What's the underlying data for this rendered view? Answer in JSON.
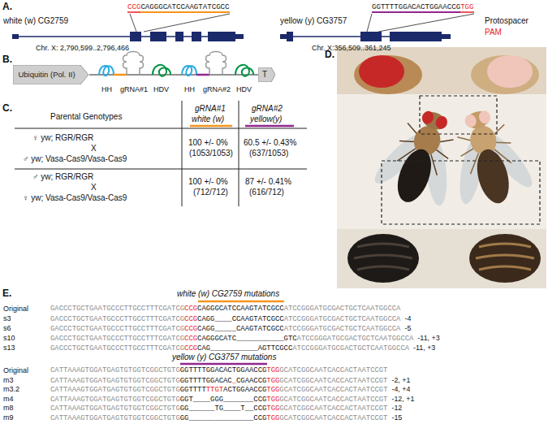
{
  "diagram": {
    "nodes": [
      {
        "text": [
          "Ubiquitin (Pol. II)"
        ]
      },
      {
        "text": [
          "T"
        ]
      }
    ],
    "labels": [
      "A.",
      "CCG",
      "CAGGGCATCCAAGTATCGCC",
      "GGTTTTGGACACTGGAACCG",
      "TGG",
      "white (w) CG2759",
      "yellow (y) CG3757",
      "Protospacer",
      "PAM",
      "Chr. X: 2,790,599..2,796,466",
      "Chr. X:356,509..361,245",
      "B.",
      "HH",
      "gRNA#1",
      "HDV",
      "HH",
      "gRNA#2",
      "HDV",
      "C.",
      "Parental Genotypes",
      "gRNA#1",
      "white (w)",
      "gRNA#2",
      "yellow(y)",
      "♀ yw; RGR/RGR",
      "X",
      "♂ yw; Vasa-Cas9/Vasa-Cas9",
      "100 +/- 0%",
      "(1053/1053)",
      "60.5 +/- 0.43%",
      "(637/1053)",
      "♂ yw; RGR/RGR",
      "X",
      "♀ yw; Vasa-Cas9/Vasa-Cas9",
      "100 +/- 0%",
      "(712/712)",
      "87 +/- 0.41%",
      "(616/712)",
      "D.",
      "E.",
      "white (w) CG2759 mutations",
      "Original",
      "GACCCTGCTGAATGCCCTTGCCTTTCGATCG",
      "CCG",
      "CAGGGCATCCAAGTATCGCC",
      "ATCCGGGATGCGACTGCTCAATGGCCA",
      "s3",
      "GACCCTGCTGAATGCCCTTGCCTTTCGATCG",
      "CCG",
      "CAGG____CCAAGTATCGCC",
      "ATCCGGGATGCGACTGCTCAATGGCCA",
      "-4",
      "s6",
      "GACCCTGCTGAATGCCCTTGCCTTTCGATCG",
      "CCG",
      "CAGG_____CAAGTATCGCC",
      "ATCCGGGATGCGACTGCTCAATGGCCA",
      "-5",
      "s10",
      "GACCCTGCTGAATGCCCTTGCCTTTCGATCG",
      "CCG",
      "CAGGGCATC___________GTC",
      "ATCCGGGATGCGACTGCTCAATGGCCA",
      "-11, +3",
      "s13",
      "GACCCTGCTGAATGCCCTTGCCTTTCGATCG",
      "CCG",
      "CAG___________AGTTCGCC",
      "ATCCGGGATGCGACTGCTCAATGGCCA",
      "-11, +3",
      "yellow (y) CG3757 mutations",
      "Original",
      "CATTAAAGTGGATGAGTGTGGTCGGCTGTG",
      "GGTTTTGGACACTGGAACCG",
      "TGG",
      "GCATCGGCAATCACCACTAATCCGT",
      "m3",
      "CATTAAAGTGGATGAGTGTGGTCGGCTGTG",
      "GGTTTTGGACAC",
      "_",
      "CGAACCG",
      "TGG",
      "GCATCGGCAATCACCACTAATCCGT",
      "-2, +1",
      "m3.2",
      "CATTAAAGTGGATGAGTGTGGTCGGCTGTG",
      "GGTTTT",
      "TTGT",
      "ACTGGAACCG",
      "TGG",
      "GCATCGGCAATCACCACTAATCCGT",
      "-4, +4",
      "m4",
      "CATTAAAGTGGATGAGTGTGGTCGGCTGTG",
      "GGT____GGG_______CCG",
      "TGG",
      "GCATCGGCAATCACCACTAATCCGT",
      "-12, +1",
      "m8",
      "CATTAAAGTGGATGAGTGTGGTCGGCTGTG",
      "GG______TG____T__CCG",
      "TGG",
      "GCATCGGCAATCACCACTAATCCGT",
      "-12",
      "m9",
      "CATTAAAGTGGATGAGTGTGGTCGGCTGTG",
      "GG_______________CCG",
      "TGG",
      "GCATCGGCAATCACCACTAATCCGT",
      "-15"
    ]
  }
}
